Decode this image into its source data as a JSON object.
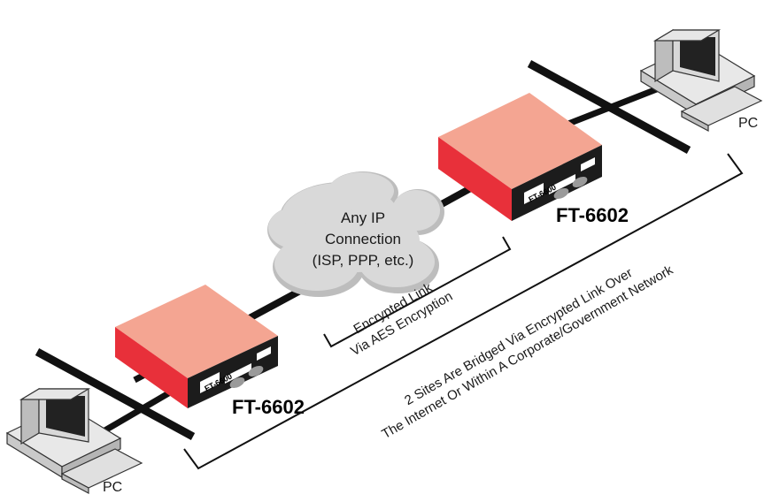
{
  "devices": {
    "device_top": {
      "label": "FT-6602",
      "faceplate_text": "FT-6600"
    },
    "device_bottom": {
      "label": "FT-6602",
      "faceplate_text": "FT-6600"
    }
  },
  "pcs": {
    "pc_top": {
      "label": "PC"
    },
    "pc_bottom": {
      "label": "PC"
    }
  },
  "cloud": {
    "line1": "Any IP",
    "line2": "Connection",
    "line3": "(ISP, PPP, etc.)"
  },
  "annotations": {
    "encrypted_link": {
      "line1": "Encrypted Link",
      "line2": "Via AES Encryption"
    },
    "bridged_sites": {
      "line1": "2 Sites Are Bridged Via Encrypted Link Over",
      "line2": "The Internet Or Within A Corporate/Government Network"
    }
  },
  "colors": {
    "device_top_face": "#f4a592",
    "device_body": "#e8303a",
    "device_dark_side": "#c81f2a",
    "cable": "#111111",
    "cloud_fill": "#d9d9d9",
    "cloud_shadow": "#bdbdbd",
    "pc_body": "#d4d4d4"
  }
}
